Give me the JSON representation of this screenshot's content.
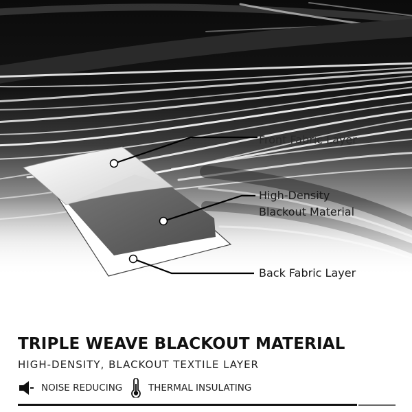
{
  "diagram": {
    "layers": [
      {
        "label": "Front Fabric Layer"
      },
      {
        "label": "High-Density Blackout Material"
      },
      {
        "label": "Back Fabric Layer"
      }
    ]
  },
  "heading": {
    "title": "TRIPLE WEAVE BLACKOUT MATERIAL",
    "subtitle": "HIGH-DENSITY, BLACKOUT TEXTILE LAYER"
  },
  "features": [
    {
      "icon": "speaker-mute-icon",
      "label": "NOISE REDUCING"
    },
    {
      "icon": "thermometer-icon",
      "label": "THERMAL INSULATING"
    }
  ]
}
